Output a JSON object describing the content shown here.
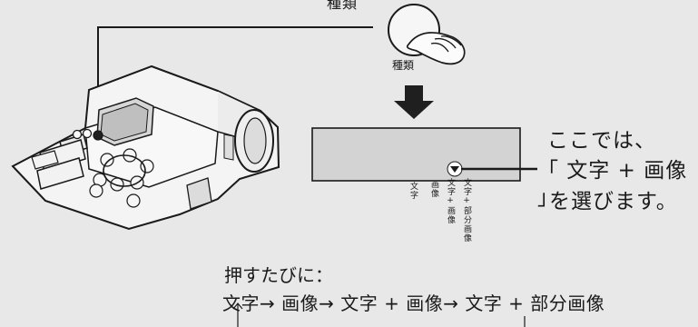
{
  "header_fragment": "種類",
  "button": {
    "label": "種類"
  },
  "display": {
    "marker": "▼",
    "options": [
      "文字",
      "画像",
      "文字+画像",
      "文字+部分画像"
    ]
  },
  "note": {
    "line1": "ここでは、",
    "line2": "「 文字 + 画像 」",
    "line3": "を選びます。"
  },
  "sequence": {
    "title": "押すたびに：",
    "text": "文字→ 画像→ 文字 + 画像→ 文字 + 部分画像"
  }
}
